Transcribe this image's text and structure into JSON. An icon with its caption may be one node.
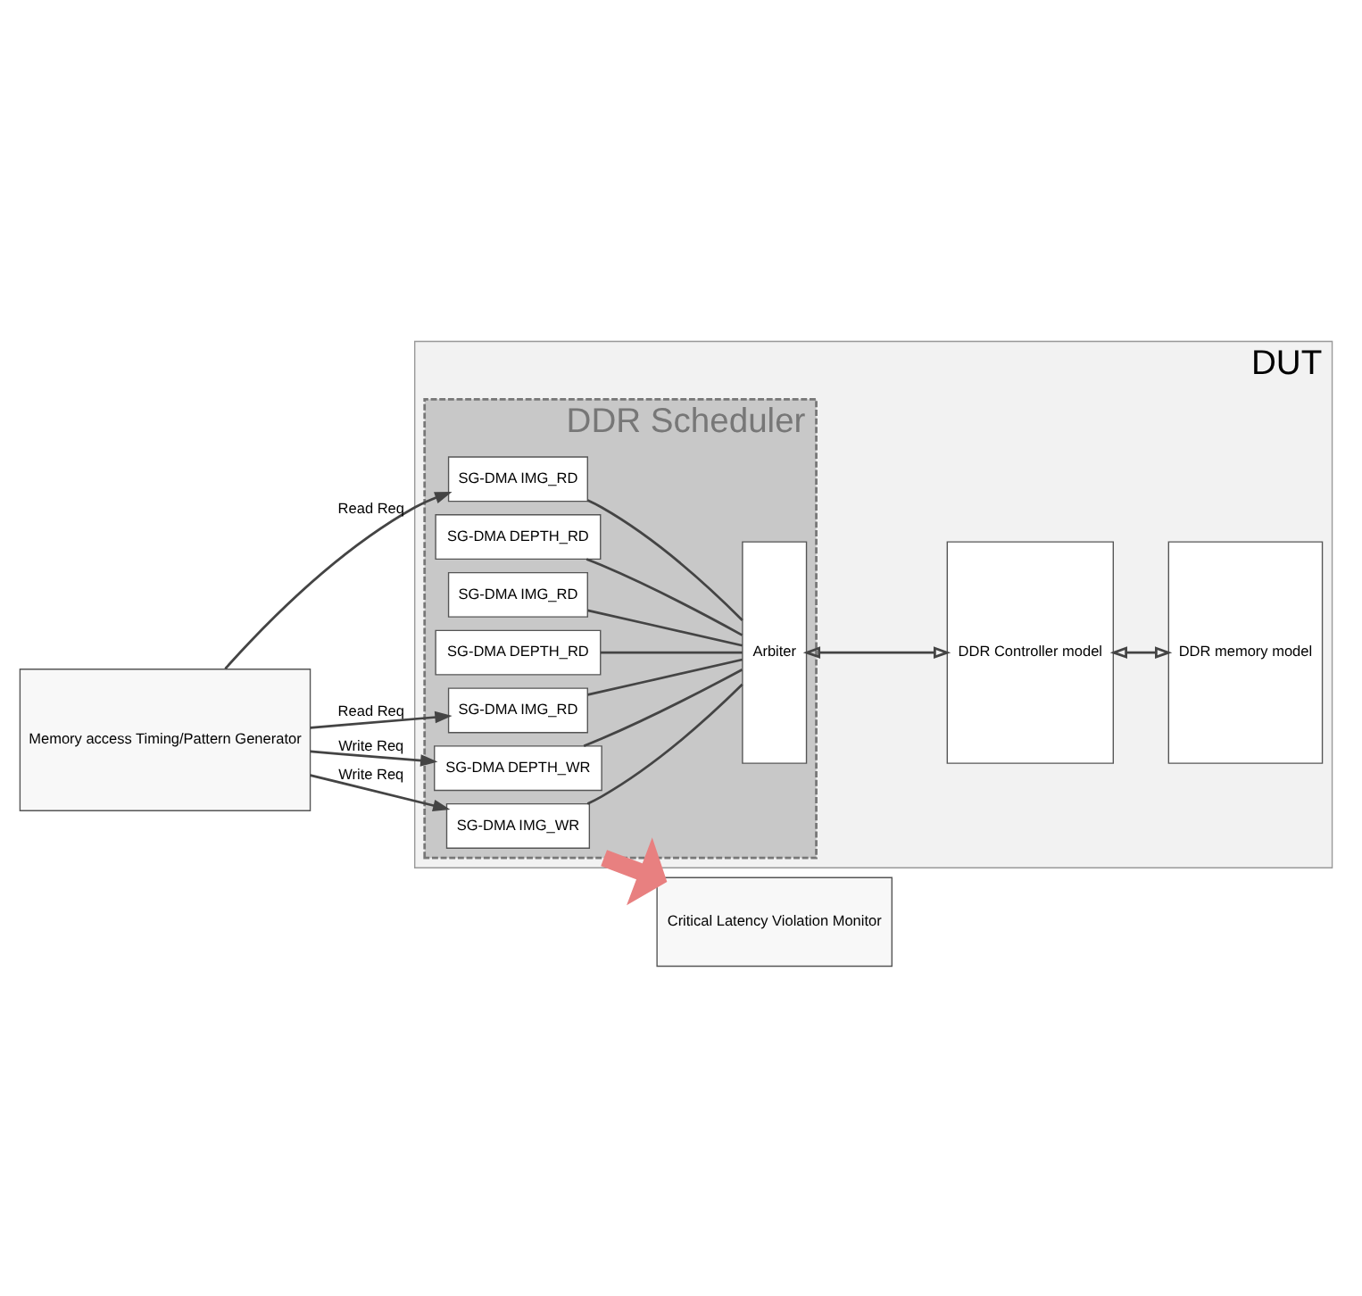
{
  "diagram": {
    "nodes": [
      {
        "text": [
          "DUT"
        ]
      },
      {
        "text": [
          "DDR Scheduler"
        ],
        "in": 0
      },
      {
        "text": [
          "Memory access Timing/Pattern Generator"
        ]
      },
      {
        "text": [
          "SG-DMA IMG_WR"
        ],
        "in": 1
      },
      {
        "text": [
          "SG-DMA IMG_RD"
        ],
        "in": 1
      },
      {
        "text": [
          "SG-DMA IMG_RD"
        ],
        "in": 1
      },
      {
        "text": [
          "SG-DMA DEPTH_RD"
        ],
        "in": 1
      },
      {
        "text": [
          "SG-DMA DEPTH_WR"
        ],
        "in": 1
      },
      {
        "text": [
          "SG-DMA IMG_RD"
        ],
        "in": 1
      },
      {
        "text": [
          "SG-DMA DEPTH_RD"
        ],
        "in": 1
      },
      {
        "text": [
          "Arbiter"
        ],
        "in": 1
      },
      {
        "text": [
          "DDR Controller model"
        ],
        "in": 0
      },
      {
        "text": [
          "DDR memory model"
        ],
        "in": 0
      },
      {
        "text": [
          "Critical Latency Violation Monitor"
        ]
      }
    ],
    "edges": [
      {
        "from": 2,
        "to": 3,
        "arrow": "to",
        "label": "Write Req"
      },
      {
        "from": 2,
        "to": 5,
        "arrow": "to",
        "label": "Read Req"
      },
      {
        "from": 2,
        "to": 7,
        "arrow": "to",
        "label": "Write Req"
      },
      {
        "from": 2,
        "to": 8,
        "arrow": "to",
        "label": "Read Req"
      },
      {
        "from": 3,
        "to": 10,
        "arrow": "none"
      },
      {
        "from": 4,
        "to": 10,
        "arrow": "none"
      },
      {
        "from": 5,
        "to": 10,
        "arrow": "none"
      },
      {
        "from": 6,
        "to": 10,
        "arrow": "none"
      },
      {
        "from": 7,
        "to": 10,
        "arrow": "none"
      },
      {
        "from": 8,
        "to": 10,
        "arrow": "none"
      },
      {
        "from": 9,
        "to": 10,
        "arrow": "none"
      },
      {
        "from": 10,
        "to": 11,
        "arrow": "both"
      },
      {
        "from": 11,
        "to": 12,
        "arrow": "both"
      },
      {
        "from": 1,
        "to": 13,
        "arrow": "to",
        "style": "thick",
        "color": "#e88080"
      }
    ]
  }
}
